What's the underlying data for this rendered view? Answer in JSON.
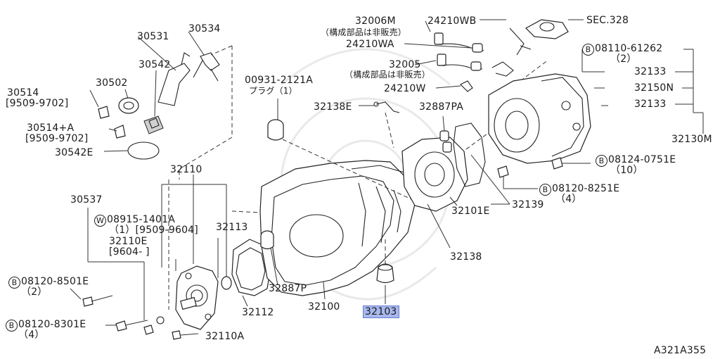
{
  "diagram_id": "A321A355",
  "highlight_color": "#a8b8ee",
  "labels": {
    "p32006M": "32006M",
    "p32006M_note": "（構成部品は非販売）",
    "p24210WB": "24210WB",
    "pSEC328": "SEC.328",
    "p24210WA": "24210WA",
    "p32005": "32005",
    "p32005_note": "（構成部品は非販売）",
    "p24210W": "24210W",
    "p08110": "08110-61262",
    "p08110_qty": "（2）",
    "p32133a": "32133",
    "p32150N": "32150N",
    "p32133b": "32133",
    "p32130M": "32130M",
    "p08124": "08124-0751E",
    "p08124_qty": "（10）",
    "p08120_8251": "08120-8251E",
    "p08120_8251_qty": "（4）",
    "p32139": "32139",
    "p32101E": "32101E",
    "p32887PA": "32887PA",
    "p32138E": "32138E",
    "p00931": "00931-2121A",
    "p00931_sub": "プラグ（1）",
    "p30531": "30531",
    "p30534": "30534",
    "p30502": "30502",
    "p30542": "30542",
    "p30514": "30514",
    "p30514_date": "[9509-9702]",
    "p30514A": "30514+A",
    "p30514A_date": "[9509-9702]",
    "p30542E": "30542E",
    "p32110": "32110",
    "p30537": "30537",
    "p08915": "08915-1401A",
    "p08915_qty": "（1）[9509-9604]",
    "p32110E": "32110E",
    "p32110E_date": "[9604-      ]",
    "p32113": "32113",
    "p08120_8501": "08120-8501E",
    "p08120_8501_qty": "（2）",
    "p08120_8301": "08120-8301E",
    "p08120_8301_qty": "（4）",
    "p32110A": "32110A",
    "p32112": "32112",
    "p32887P": "32887P",
    "p32100": "32100",
    "p32103": "32103",
    "p32138": "32138",
    "circ_B": "B",
    "circ_W": "W"
  }
}
